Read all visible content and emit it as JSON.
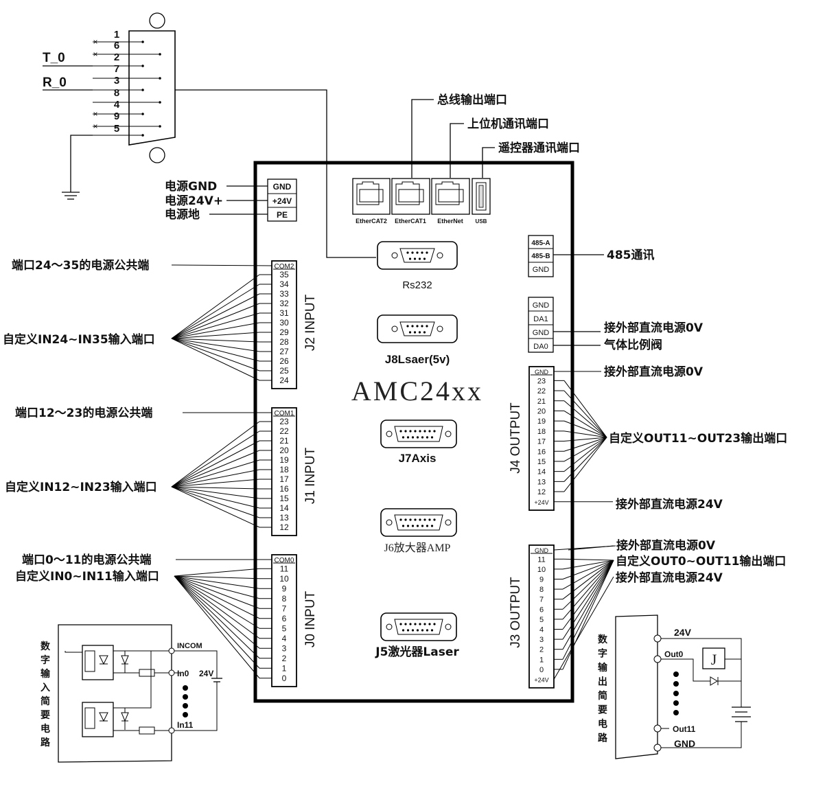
{
  "model": "AMC24xx",
  "db9": {
    "pins": [
      "1",
      "6",
      "2",
      "7",
      "3",
      "8",
      "4",
      "9",
      "5"
    ],
    "t_label": "T_0",
    "r_label": "R_0",
    "x_mark": "×"
  },
  "top_ports": {
    "bus_out": "总线输出端口",
    "host_comm": "上位机通讯端口",
    "remote_comm": "遥控器通讯端口",
    "port_labels": [
      "EtherCAT2",
      "EtherCAT1",
      "EtherNet",
      "USB"
    ]
  },
  "power": {
    "labels": [
      "电源GND",
      "电源24V+",
      "电源地"
    ],
    "terminals": [
      "GND",
      "+24V",
      "PE"
    ]
  },
  "connectors": {
    "rs232": "Rs232",
    "j8": "J8Lsaer(5v)",
    "j7": "J7Axis",
    "j6": "J6放大器AMP",
    "j5": "J5激光器Laser"
  },
  "rs485": {
    "terminals": [
      "485-A",
      "485-B",
      "GND"
    ],
    "label": "485通讯"
  },
  "da": {
    "terminals": [
      "GND",
      "DA1",
      "GND",
      "DA0"
    ],
    "labels": [
      "接外部直流电源0V",
      "气体比例阀"
    ]
  },
  "j2": {
    "title": "J2 INPUT",
    "terminals": [
      "COM2",
      "35",
      "34",
      "33",
      "32",
      "31",
      "30",
      "29",
      "28",
      "27",
      "26",
      "25",
      "24"
    ],
    "com_label": "端口24～35的电源公共端",
    "in_label": "自定义IN24~IN35输入端口"
  },
  "j1": {
    "title": "J1 INPUT",
    "terminals": [
      "COM1",
      "23",
      "22",
      "21",
      "20",
      "19",
      "18",
      "17",
      "16",
      "15",
      "14",
      "13",
      "12"
    ],
    "com_label": "端口12～23的电源公共端",
    "in_label": "自定义IN12~IN23输入端口"
  },
  "j0": {
    "title": "J0 INPUT",
    "terminals": [
      "COM0",
      "11",
      "10",
      "9",
      "8",
      "7",
      "6",
      "5",
      "4",
      "3",
      "2",
      "1",
      "0"
    ],
    "com_label": "端口0～11的电源公共端",
    "in_label": "自定义IN0~IN11输入端口"
  },
  "j4": {
    "title": "J4 OUTPUT",
    "terminals": [
      "GND",
      "23",
      "22",
      "21",
      "20",
      "19",
      "18",
      "17",
      "16",
      "15",
      "14",
      "13",
      "12",
      "+24V"
    ],
    "labels": [
      "接外部直流电源0V",
      "自定义OUT11~OUT23输出端口",
      "接外部直流电源24V"
    ]
  },
  "j3": {
    "title": "J3 OUTPUT",
    "terminals": [
      "GND",
      "11",
      "10",
      "9",
      "8",
      "7",
      "6",
      "5",
      "4",
      "3",
      "2",
      "1",
      "0",
      "+24V"
    ],
    "labels": [
      "接外部直流电源0V",
      "自定义OUT0~OUT11输出端口",
      "接外部直流电源24V"
    ]
  },
  "input_circuit": {
    "vertical_title": [
      "数",
      "字",
      "输",
      "入",
      "简",
      "要",
      "电",
      "路"
    ],
    "labels": [
      "INCOM",
      "In0",
      "24V",
      "In11"
    ]
  },
  "output_circuit": {
    "vertical_title": [
      "数",
      "字",
      "输",
      "出",
      "简",
      "要",
      "电",
      "路"
    ],
    "labels": [
      "24V",
      "Out0",
      "J",
      "Out11",
      "GND"
    ]
  }
}
